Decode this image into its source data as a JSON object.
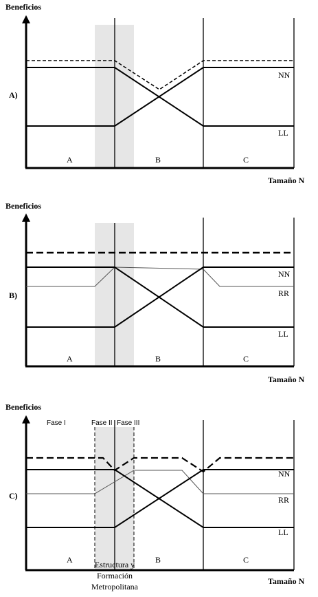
{
  "panels": [
    {
      "label": "A)",
      "y_axis": "Beneficios",
      "x_axis": "Tamaño N",
      "regions": [
        "A",
        "B",
        "C"
      ],
      "curves": [
        "NN",
        "LL"
      ]
    },
    {
      "label": "B)",
      "y_axis": "Beneficios",
      "x_axis": "Tamaño N",
      "regions": [
        "A",
        "B",
        "C"
      ],
      "curves": [
        "NN",
        "RR",
        "LL"
      ]
    },
    {
      "label": "C)",
      "y_axis": "Beneficios",
      "x_axis": "Tamaño N",
      "regions": [
        "A",
        "B",
        "C"
      ],
      "curves": [
        "NN",
        "RR",
        "LL"
      ],
      "phases": [
        "Fase I",
        "Fase II",
        "Fase III"
      ],
      "caption_lines": [
        "Estructura y",
        "Formación",
        "Metropolitana"
      ]
    }
  ]
}
